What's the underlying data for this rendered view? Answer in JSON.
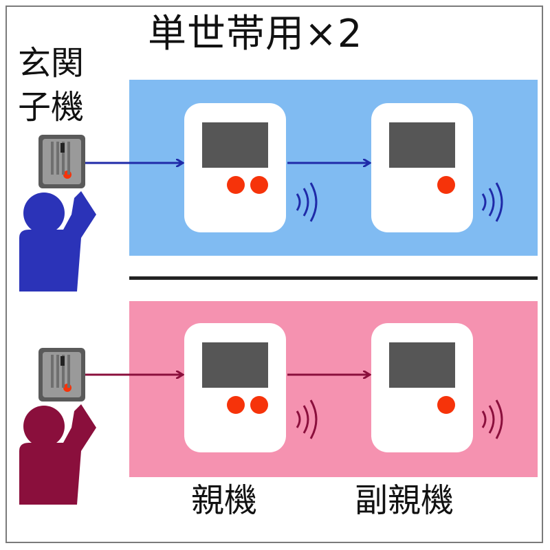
{
  "title": "単世帯用×2",
  "door_unit_label": [
    "玄関",
    "子機"
  ],
  "captions": {
    "master": "親機",
    "sub_master": "副親機"
  },
  "colors": {
    "household_1": "#2b33b8",
    "household_2": "#8a0f3c",
    "band_1": "#80bbf2",
    "band_2": "#f592b0",
    "led": "#f6330a",
    "screen": "#565656"
  }
}
